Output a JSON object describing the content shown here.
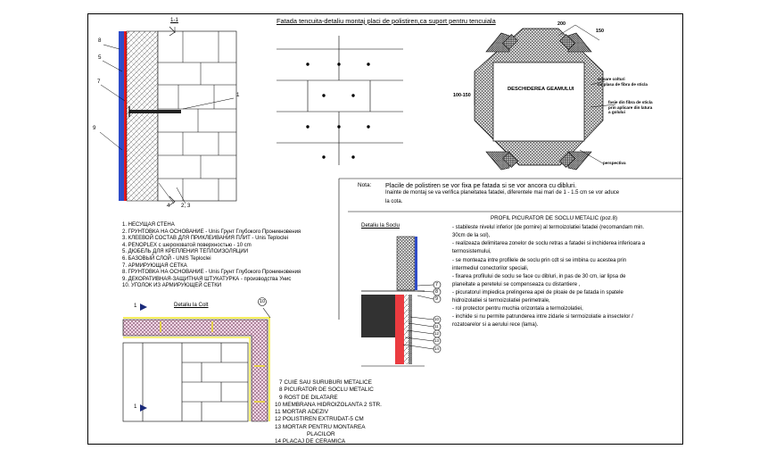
{
  "title": "Fatada tencuita-detaliu montaj placi de polistiren,ca suport pentru tencuiala",
  "section_label": "1-1",
  "callouts_left": [
    "8",
    "5",
    "7",
    "9",
    "1",
    "4",
    "2, 3"
  ],
  "legend_ru": [
    "1. НЕСУЩАЯ СТЕНА",
    "2. ГРУНТОВКА НА ОСНОВАНИЕ - Unis Грунт Глубокого Проникновения",
    "3. КЛЕЕВОЙ СОСТАВ ДЛЯ ПРИКЛЕИВАНИЯ ПЛИТ - Unis Teploclei",
    "4. PENOPLEX с шероховатой поверхностью - 10 cm",
    "5. ДЮБЕЛЬ ДЛЯ КРЕПЛЕНИЯ ТЕПЛОИЗОЛЯЦИИ",
    "6. БАЗОВЫЙ СЛОЙ - UNIS Teploclei",
    "7. АРМИРУЮЩАЯ СЕТКА",
    "8. ГРУНТОВКА НА ОСНОВАНИЕ - Unis Грунт Глубокого Проникновения",
    "9. ДЕКОРАТИВНАЯ-ЗАЩИТНАЯ ШТУКАТУРКА  -  производства Унис",
    "10. УГОЛОК ИЗ АРМИРУЮЩЕЙ СЕТКИ"
  ],
  "corner_detail": {
    "title": "Detaliu la Colt",
    "marker": "1",
    "callout": "10"
  },
  "window_detail": {
    "dim_a": "200",
    "dim_b": "150",
    "side_dim": "100-150",
    "center_label": "DESCHIDEREA GEAMULUI",
    "label_1": "armare colturi",
    "label_1b": "cu plasa de fibra de sticla",
    "label_2": "fasie din fibra de sticla",
    "label_2b": "prin aplicare din latura",
    "label_2c": "a golului",
    "label_3": "perspectiva"
  },
  "note": {
    "label": "Nota:",
    "line1": "Placile de polistiren se vor fixa pe fatada si se vor ancora cu dibluri.",
    "line2": "Inainte de montaj se va verifica planeitatea fatadei, diferentele mai mari de 1 - 1.5 cm se vor aduce",
    "line3": "la cota."
  },
  "soclu": {
    "title": "Detaliu la Soclu",
    "profile_title": "PROFIL PICURATOR DE SOCLU METALIC (poz.8)",
    "callouts": [
      "7",
      "8",
      "9",
      "10",
      "11",
      "12",
      "13",
      "14"
    ],
    "lines": [
      "- stabileste nivelul inferior (de pornire) al termoizolatiei fatadei (recomandam min.",
      "  30cm de la sol),",
      "- realizeaza delimitarea zonelor de soclu retras a fatadei si inchiderea inferioara a",
      "  termosistemului,",
      "- se monteaza intre profilele de soclu prin cdt si se imbina cu acestea prin",
      "  intermediul conectorilor speciali,",
      "- fixarea profilului de soclu se face cu dibluri, in pas de 30 cm, iar lipsa de",
      "  planeitate a peretelui se compenseaza cu distantiere ,",
      "- picuratorul impiedica prelingerea apei de ploaie de pe fatada in spatele",
      "  hidroizolatiei si termoizolatiei perimetrale,",
      "- rol protector pentru muchia orizontala a termoizolatiei,",
      "- inchide si nu permite patrunderea intre zidarie si termoizolatie a insectelor /",
      "  rozatoarelor si a aerului rece (lama)."
    ],
    "legend": [
      "7 CUIE SAU SURUBURI METALICE",
      "8 PICURATOR DE SOCLU METALIC",
      "9 ROST DE DILATARE",
      "10 MEMBRANA HIDROIZOLANTA 2 STR.",
      "11 MORTAR ADEZIV",
      "12  POLISTIREN EXTRUDAT-5 CM",
      "13 MORTAR PENTRU  MONTAREA",
      "PLACILOR",
      "14 PLACAJ DE CERAMICA"
    ]
  },
  "colors": {
    "red": "#e8191f",
    "blue": "#2f4cc9",
    "yellow": "#f2e600",
    "hatch": "#3a3a3a"
  }
}
